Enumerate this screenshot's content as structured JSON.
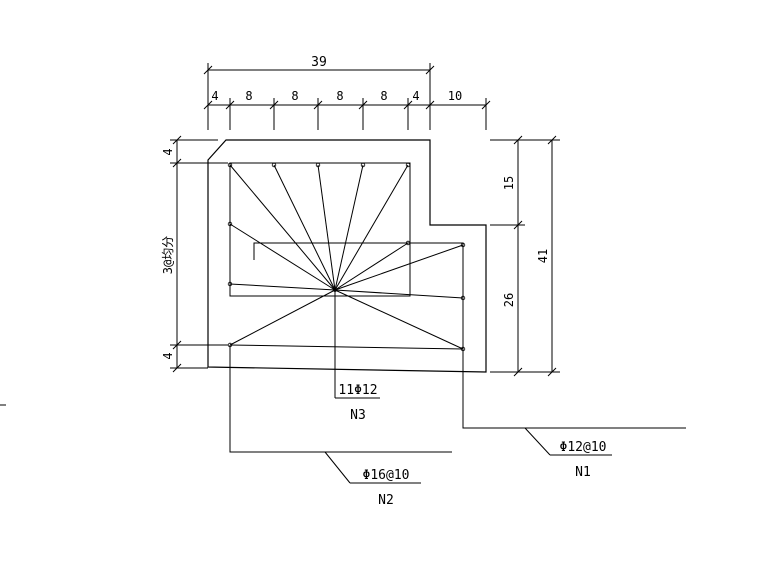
{
  "dimensions": {
    "top_total": "39",
    "top_segments": [
      "4",
      "8",
      "8",
      "8",
      "8",
      "4"
    ],
    "top_extra": "10",
    "left_top": "4",
    "left_middle": "3@均分",
    "left_bottom": "4",
    "right_upper": "15",
    "right_lower": "26",
    "right_total": "41"
  },
  "callouts": {
    "n3": {
      "spec": "11Φ12",
      "mark": "N3"
    },
    "n1": {
      "spec": "Φ12@10",
      "mark": "N1"
    },
    "n2": {
      "spec": "Φ16@10",
      "mark": "N2"
    }
  }
}
